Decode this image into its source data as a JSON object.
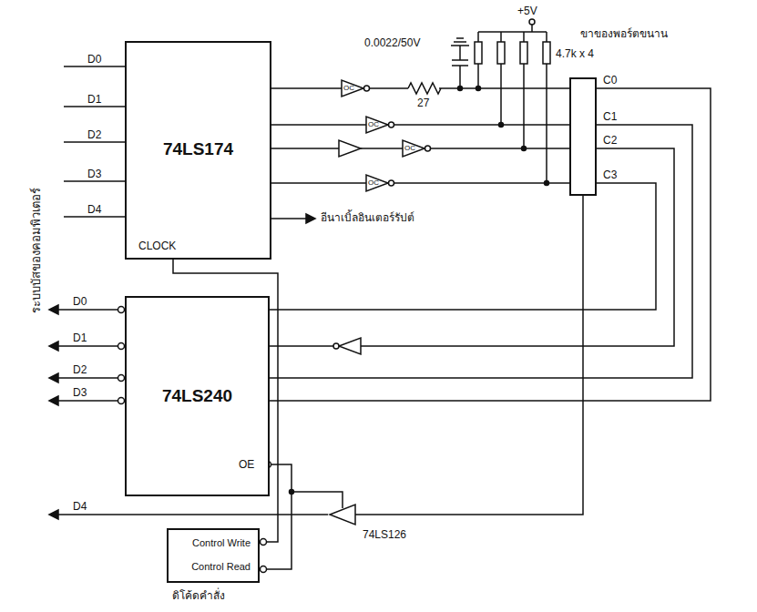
{
  "diagram": {
    "nodes": [
      {
        "text": [
          "74LS174"
        ]
      },
      {
        "text": [
          "74LS240"
        ]
      },
      {
        "text": [
          "Control Write",
          "Control Read",
          "ดิโค้ดคำสั่ง"
        ]
      },
      {
        "text": [
          "ขาของพอร์ตขนาน"
        ]
      }
    ],
    "edges": [
      {
        "from": 0,
        "to": 3,
        "arrow": "none"
      },
      {
        "from": 3,
        "to": 1,
        "arrow": "none"
      },
      {
        "from": 2,
        "to": 0,
        "arrow": "none"
      },
      {
        "from": 2,
        "to": 1,
        "arrow": "none"
      }
    ],
    "labels": [
      "ระบบบัสของคอมพิวเตอร์",
      "D0",
      "D1",
      "D2",
      "D3",
      "D4",
      "CLOCK",
      "D0",
      "D1",
      "D2",
      "D3",
      "OE",
      "D4",
      "0.0022/50V",
      "27",
      "+5V",
      "4.7k x 4",
      "C0",
      "C1",
      "C2",
      "C3",
      "อีนาเบิ้ลอินเตอร์รัปต์",
      "74LS126",
      "OC",
      "OC",
      "OC",
      "OC"
    ]
  }
}
